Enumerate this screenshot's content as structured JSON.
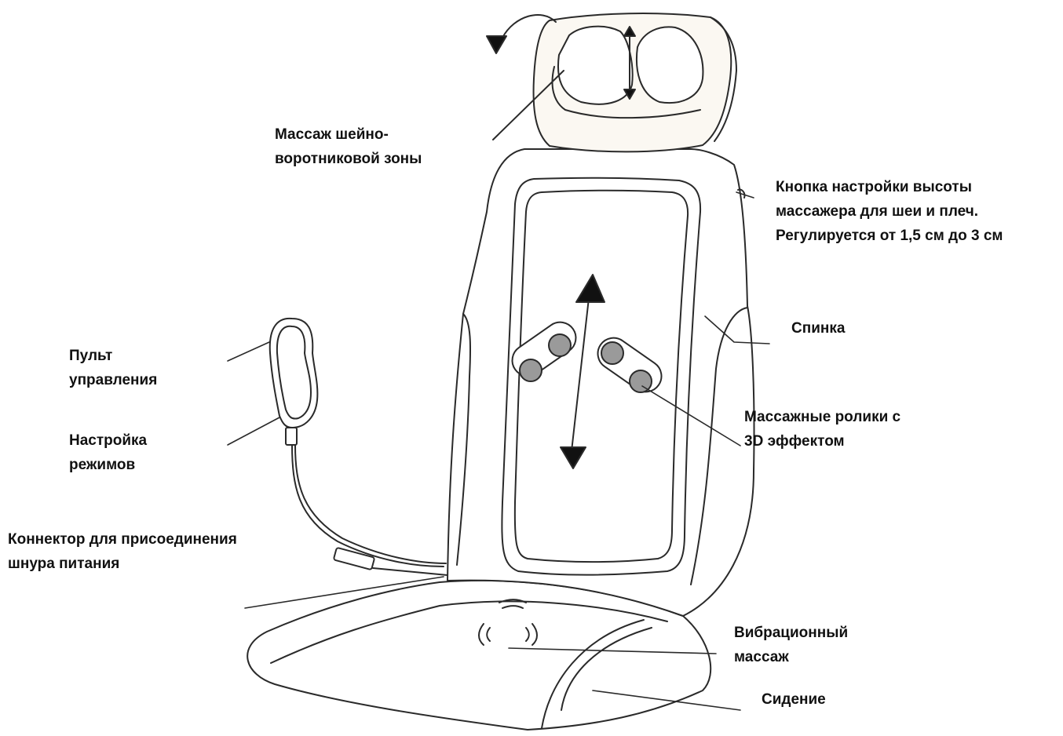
{
  "labels": {
    "neck_massage": [
      "Массаж шейно-",
      "воротниковой зоны"
    ],
    "height_button": [
      "Кнопка настройки высоты",
      "массажера для шеи и плеч.",
      "Регулируется от 1,5 см до 3 см"
    ],
    "backrest": [
      "Спинка"
    ],
    "remote": [
      "Пульт",
      "управления"
    ],
    "modes": [
      "Настройка",
      "режимов"
    ],
    "rollers": [
      "Массажные ролики с",
      "3D эффектом"
    ],
    "connector": [
      "Коннектор для присоединения",
      "шнура питания"
    ],
    "vibration": [
      "Вибрационный",
      "массаж"
    ],
    "seat": [
      "Сидение"
    ]
  },
  "colors": {
    "line": "#2a2a2a",
    "fill": "#ffffff",
    "headrest_fill": "#fbf8f2",
    "roller_fill": "#9a9a9a",
    "text": "#111111"
  }
}
